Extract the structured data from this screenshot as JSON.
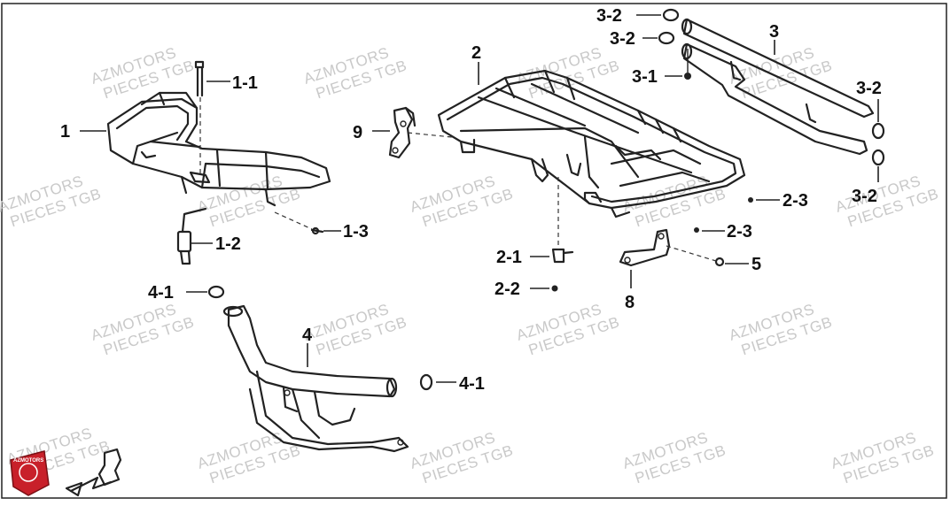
{
  "watermark": {
    "line1": "AZMOTORS",
    "line2": "PIECES TGB"
  },
  "logo": {
    "text": "AZMOTORS",
    "color": "#c8202a"
  },
  "labels": [
    {
      "id": "1",
      "text": "1"
    },
    {
      "id": "1-1",
      "text": "1-1"
    },
    {
      "id": "1-2",
      "text": "1-2"
    },
    {
      "id": "1-3",
      "text": "1-3"
    },
    {
      "id": "2",
      "text": "2"
    },
    {
      "id": "2-1",
      "text": "2-1"
    },
    {
      "id": "2-2",
      "text": "2-2"
    },
    {
      "id": "2-3a",
      "text": "2-3"
    },
    {
      "id": "2-3b",
      "text": "2-3"
    },
    {
      "id": "3",
      "text": "3"
    },
    {
      "id": "3-1",
      "text": "3-1"
    },
    {
      "id": "3-2a",
      "text": "3-2"
    },
    {
      "id": "3-2b",
      "text": "3-2"
    },
    {
      "id": "3-2c",
      "text": "3-2"
    },
    {
      "id": "3-2d",
      "text": "3-2"
    },
    {
      "id": "4",
      "text": "4"
    },
    {
      "id": "4-1a",
      "text": "4-1"
    },
    {
      "id": "4-1b",
      "text": "4-1"
    },
    {
      "id": "5",
      "text": "5"
    },
    {
      "id": "8",
      "text": "8"
    },
    {
      "id": "9",
      "text": "9"
    }
  ]
}
